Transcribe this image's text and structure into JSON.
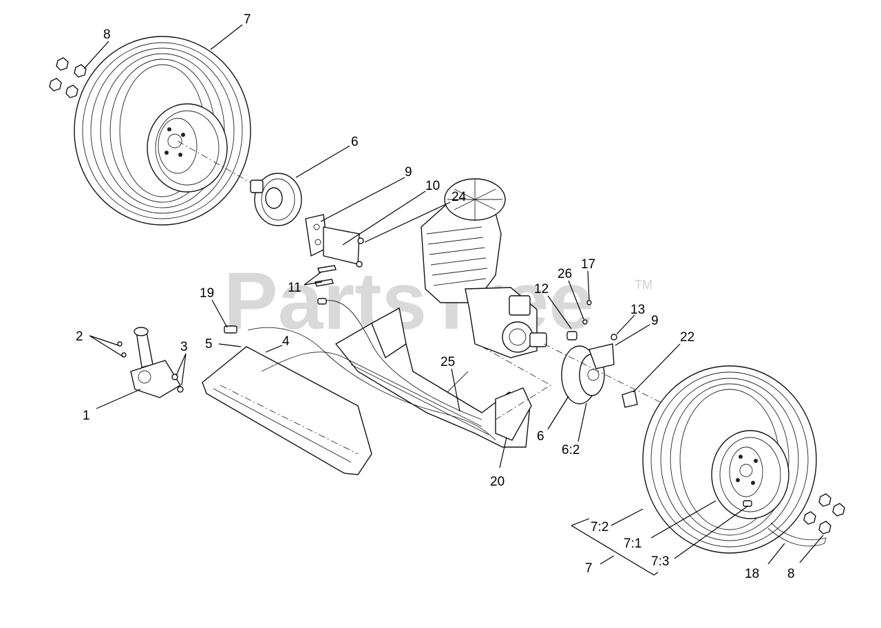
{
  "watermark": {
    "text": "PartsTree",
    "trademark": "TM"
  },
  "callouts": {
    "c_7_top": "7",
    "c_8_top": "8",
    "c_6_top": "6",
    "c_9_top": "9",
    "c_10": "10",
    "c_24": "24",
    "c_11": "11",
    "c_19": "19",
    "c_2": "2",
    "c_3": "3",
    "c_5": "5",
    "c_4": "4",
    "c_1": "1",
    "c_25": "25",
    "c_20": "20",
    "c_12": "12",
    "c_26": "26",
    "c_17": "17",
    "c_13": "13",
    "c_9_right": "9",
    "c_22": "22",
    "c_6_right": "6",
    "c_6_2": "6:2",
    "c_7_2": "7:2",
    "c_7_1": "7:1",
    "c_7_3": "7:3",
    "c_7_bottom": "7",
    "c_18": "18",
    "c_8_bottom": "8"
  }
}
